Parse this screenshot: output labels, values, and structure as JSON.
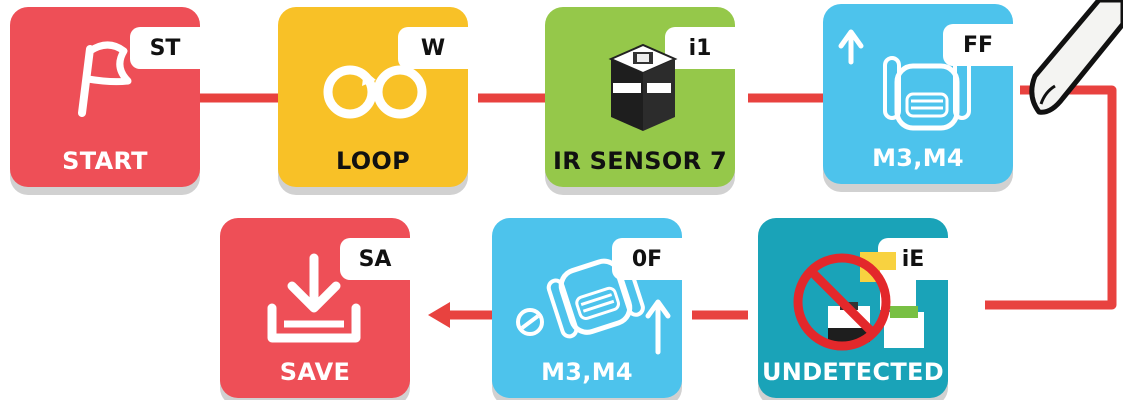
{
  "blocks": [
    {
      "tag": "ST",
      "label": "START",
      "icon": "flag-icon",
      "color": "#ee4f57"
    },
    {
      "tag": "W",
      "label": "LOOP",
      "icon": "loop-icon",
      "color": "#f8c127"
    },
    {
      "tag": "i1",
      "label": "IR SENSOR 7",
      "icon": "ir-sensor-icon",
      "color": "#95c84a"
    },
    {
      "tag": "FF",
      "label": "M3,M4",
      "icon": "robot-forward-icon",
      "color": "#4dc3ec"
    },
    {
      "tag": "iE",
      "label": "UNDETECTED",
      "icon": "undetected-sensor-icon",
      "color": "#1aa3b8"
    },
    {
      "tag": "0F",
      "label": "M3,M4",
      "icon": "robot-turn-icon",
      "color": "#4dc3ec"
    },
    {
      "tag": "SA",
      "label": "SAVE",
      "icon": "save-download-icon",
      "color": "#ee4f57"
    }
  ],
  "connector_color": "#e8423f"
}
